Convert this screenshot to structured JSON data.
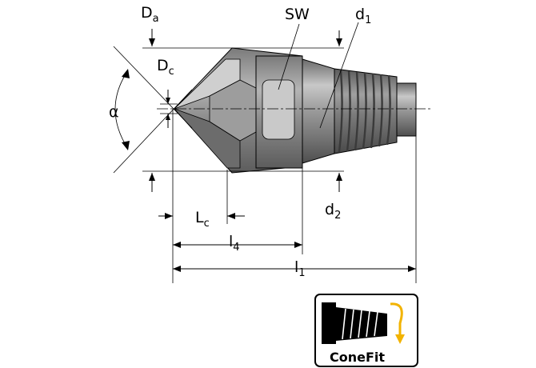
{
  "labels": {
    "Da": {
      "main": "D",
      "sub": "a"
    },
    "Dc": {
      "main": "D",
      "sub": "c"
    },
    "SW": {
      "main": "SW"
    },
    "d1": {
      "main": "d",
      "sub": "1"
    },
    "d2": {
      "main": "d",
      "sub": "2"
    },
    "alpha": {
      "main": "α"
    },
    "Lc": {
      "main": "L",
      "sub": "c"
    },
    "l4": {
      "main": "l",
      "sub": "4"
    },
    "l1": {
      "main": "l",
      "sub": "1"
    }
  },
  "badge": {
    "text": "ConeFit",
    "arrow_color": "#f2b300"
  },
  "colors": {
    "body_dark": "#5a5a5a",
    "body_mid": "#8c8c8c",
    "body_light": "#bdbdbd",
    "highlight": "#d9d9d9"
  }
}
